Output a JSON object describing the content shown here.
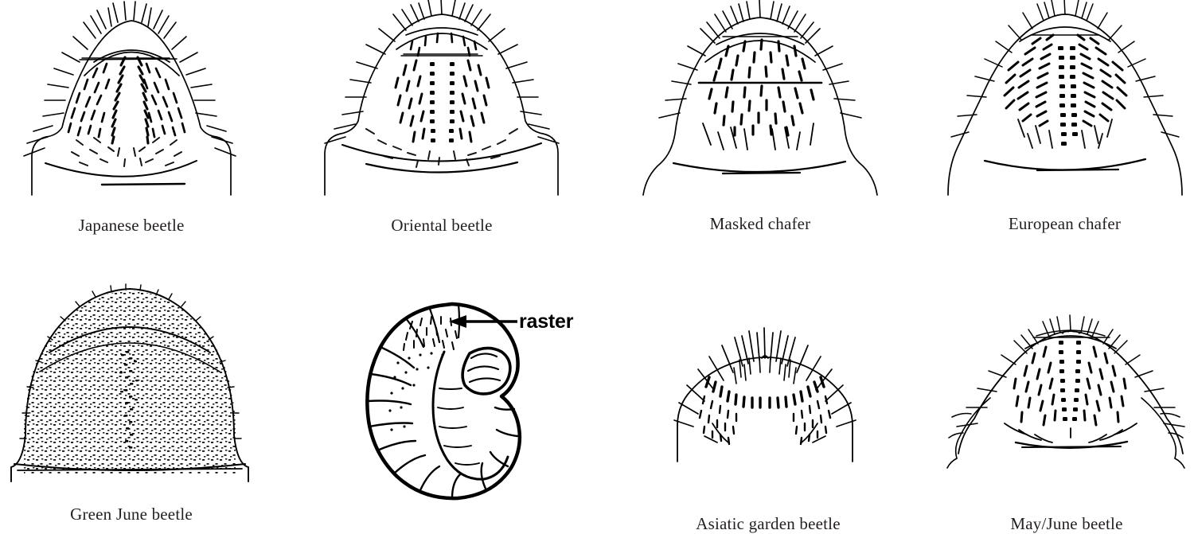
{
  "figure": {
    "background_color": "#ffffff",
    "ink_color": "#000000",
    "caption_color": "#231f20",
    "columns": 4,
    "rows": 2
  },
  "annotation": {
    "label": "raster",
    "arrow_direction": "left",
    "icon_name": "leftward-arrow-icon"
  },
  "specimens": [
    {
      "id": "japanese-beetle",
      "label": "Japanese beetle",
      "row": 1,
      "column": 1,
      "raster_pattern": "V-shaped row of spines converging to a point"
    },
    {
      "id": "oriental-beetle",
      "label": "Oriental beetle",
      "row": 1,
      "column": 2,
      "raster_pattern": "two parallel longitudinal rows of spines"
    },
    {
      "id": "masked-chafer",
      "label": "Masked chafer",
      "row": 1,
      "column": 3,
      "raster_pattern": "randomly scattered spines, no definite pattern"
    },
    {
      "id": "european-chafer",
      "label": "European chafer",
      "row": 1,
      "column": 4,
      "raster_pattern": "two rows of spines diverging anteriorly, Y-shaped"
    },
    {
      "id": "green-june-beetle",
      "label": "Green June beetle",
      "row": 2,
      "column": 1,
      "raster_pattern": "dense fine stippling, no distinct spine rows"
    },
    {
      "id": "grub-habitus",
      "label": "",
      "row": 2,
      "column": 2,
      "raster_pattern": "C-shaped white grub, lateral view with raster indicated"
    },
    {
      "id": "asiatic-garden-beetle",
      "label": "Asiatic garden beetle",
      "row": 2,
      "column": 3,
      "raster_pattern": "single transverse crescent arc of spines"
    },
    {
      "id": "may-june-beetle",
      "label": "May/June beetle",
      "row": 2,
      "column": 4,
      "raster_pattern": "two parallel rows of spines converging posteriorly"
    }
  ]
}
